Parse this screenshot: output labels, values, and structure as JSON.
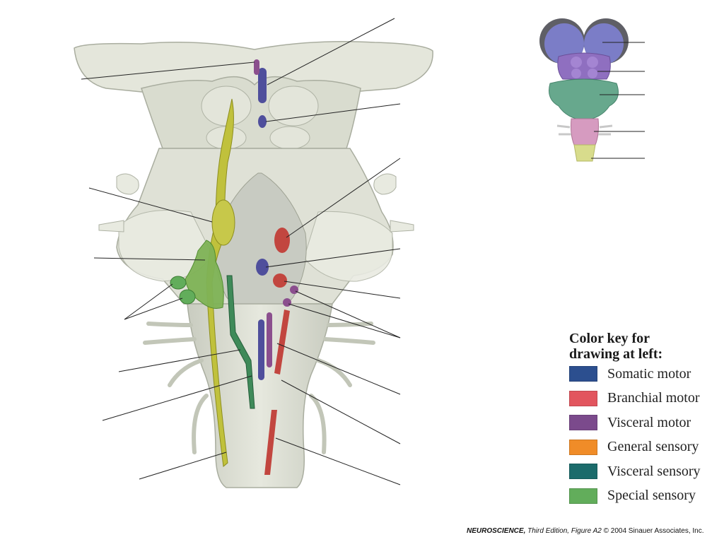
{
  "legend": {
    "title_line1": "Color key for",
    "title_line2": "drawing at left:",
    "items": [
      {
        "label": "Somatic motor",
        "color": "#2c4f8f"
      },
      {
        "label": "Branchial motor",
        "color": "#e2555e"
      },
      {
        "label": "Visceral motor",
        "color": "#7b4a8c"
      },
      {
        "label": "General sensory",
        "color": "#f08c28"
      },
      {
        "label": "Visceral sensory",
        "color": "#1b6b6b"
      },
      {
        "label": "Special sensory",
        "color": "#62ad5b"
      }
    ]
  },
  "caption": {
    "book": "NEUROSCIENCE,",
    "edition": "Third Edition, Figure A2",
    "copyright": "© 2004 Sinauer Associates, Inc."
  },
  "colors": {
    "brainstem_base": "#dcdfd3",
    "brainstem_shadow": "#b9bdb0",
    "floor": "#c4c7bf",
    "general_sensory_yellow": "#bcbd3a",
    "special_sensory_green": "#7fb356",
    "visceral_sensory_teal": "#3f8a59",
    "somatic_motor": "#4f4f9c",
    "branchial_motor": "#c2463f",
    "visceral_motor": "#8b4f8e",
    "inset_midbrain": "#7b7dc7",
    "inset_tectum": "#9a7bc7",
    "inset_pons": "#5fa487",
    "inset_medulla": "#d69bc0",
    "inset_spinal": "#d8dc8c"
  }
}
